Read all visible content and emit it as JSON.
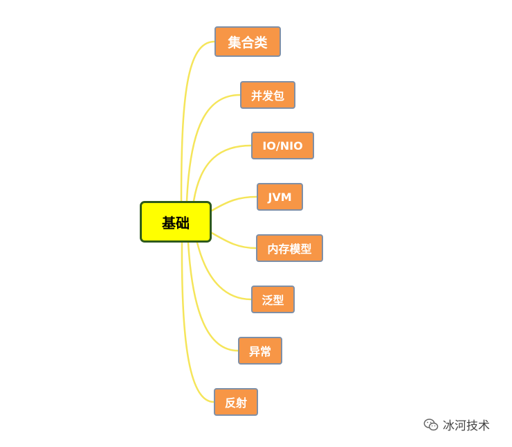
{
  "mindmap": {
    "root": {
      "label": "基础",
      "fill": "#ffff00",
      "border": "#2e5a1c"
    },
    "branch_color": "#f5e55a",
    "node_fill": "#f79646",
    "node_border": "#7f8fa6",
    "children": [
      {
        "label": "集合类"
      },
      {
        "label": "并发包"
      },
      {
        "label": "IO/NIO"
      },
      {
        "label": "JVM"
      },
      {
        "label": "内存模型"
      },
      {
        "label": "泛型"
      },
      {
        "label": "异常"
      },
      {
        "label": "反射"
      }
    ]
  },
  "watermark": {
    "icon": "wechat-icon",
    "text": "冰河技术"
  }
}
